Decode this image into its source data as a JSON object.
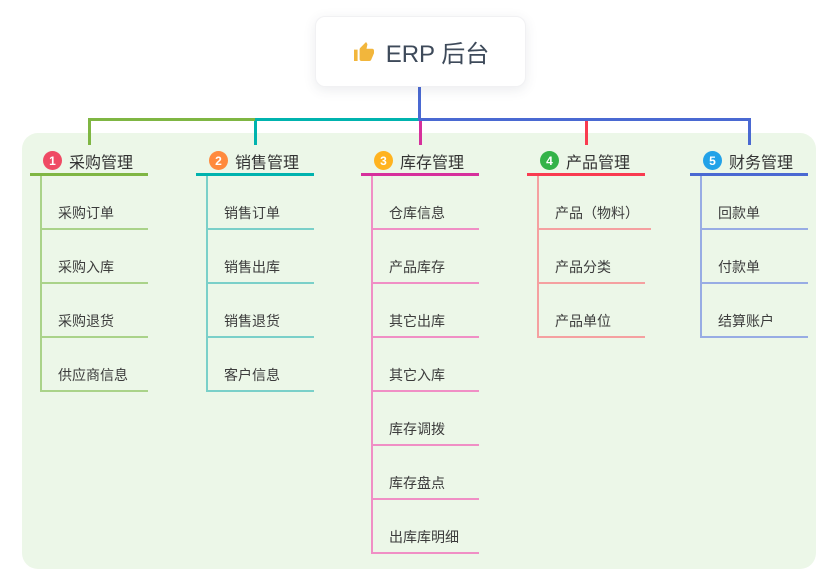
{
  "root_node": {
    "label": "ERP 后台",
    "icon": "thumbs-up"
  },
  "canvas": {
    "background": "#ffffff",
    "panel_background": "#ecf7e8",
    "trunk_color": "#4a69d2"
  },
  "branches": [
    {
      "number": "1",
      "label": "采购管理",
      "badge_color": "#ef4a64",
      "line_color": "#7fb643",
      "child_line_color": "#aad389",
      "children": [
        "采购订单",
        "采购入库",
        "采购退货",
        "供应商信息"
      ]
    },
    {
      "number": "2",
      "label": "销售管理",
      "badge_color": "#ff8a3d",
      "line_color": "#00b3ae",
      "child_line_color": "#7ad0c9",
      "children": [
        "销售订单",
        "销售出库",
        "销售退货",
        "客户信息"
      ]
    },
    {
      "number": "3",
      "label": "库存管理",
      "badge_color": "#ffb31f",
      "line_color": "#d6309c",
      "child_line_color": "#f08fc5",
      "children": [
        "仓库信息",
        "产品库存",
        "其它出库",
        "其它入库",
        "库存调拨",
        "库存盘点",
        "出库库明细"
      ]
    },
    {
      "number": "4",
      "label": "产品管理",
      "badge_color": "#33b348",
      "line_color": "#f93b50",
      "child_line_color": "#f5a0a0",
      "children": [
        "产品（物料）",
        "产品分类",
        "产品单位"
      ]
    },
    {
      "number": "5",
      "label": "财务管理",
      "badge_color": "#22a2e8",
      "line_color": "#4a69d2",
      "child_line_color": "#98ace4",
      "children": [
        "回款单",
        "付款单",
        "结算账户"
      ]
    }
  ]
}
